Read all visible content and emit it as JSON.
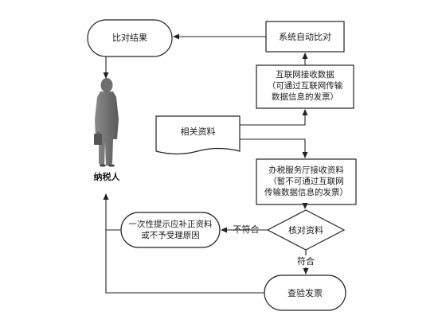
{
  "nodes": {
    "compare_result": "比对结果",
    "system_compare": "系统自动比对",
    "internet_receive": [
      "互联网接收数据",
      "（可通过互联网传输",
      "数据信息的发票）"
    ],
    "related_materials": "相关资料",
    "hall_receive": [
      "办税服务厅接收资料",
      "（暂不可通过互联网",
      "传输数据信息的发票）"
    ],
    "verify_materials": "核对资料",
    "notify_once": [
      "一次性提示应补正资料",
      "或不予受理原因"
    ],
    "inspect_invoice": "查验发票",
    "taxpayer": "纳税人"
  },
  "edge_labels": {
    "not_match": "不符合",
    "match": "符合"
  }
}
